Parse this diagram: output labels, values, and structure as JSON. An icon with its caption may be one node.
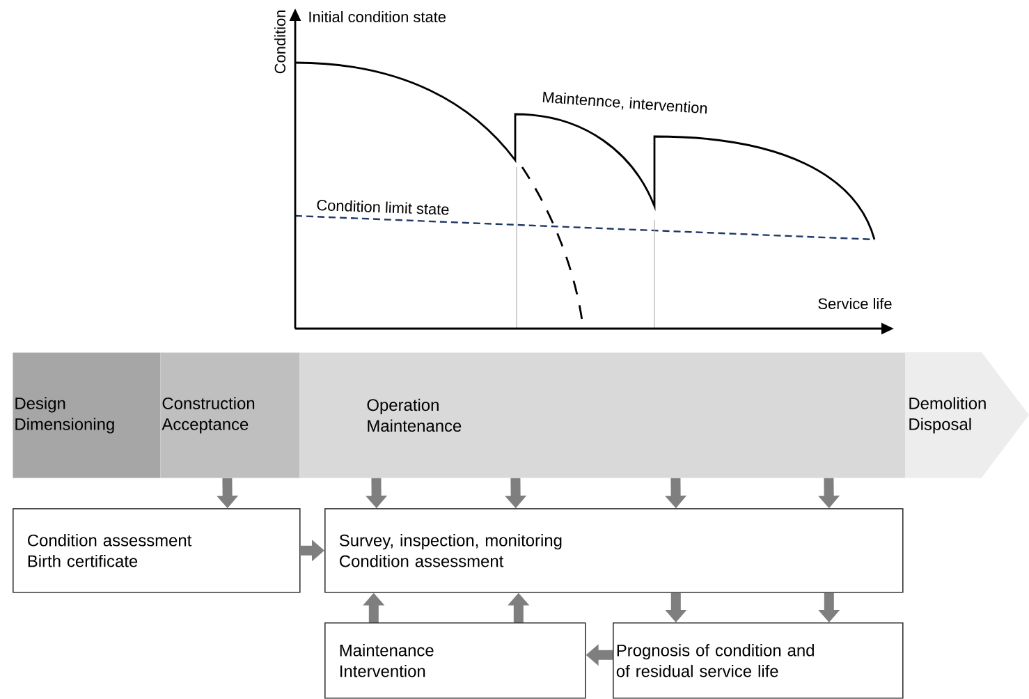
{
  "diagram": {
    "nodes": [
      {
        "text": [
          "Design",
          "Dimensioning"
        ]
      },
      {
        "text": [
          "Construction",
          "Acceptance"
        ]
      },
      {
        "text": [
          "Operation",
          "Maintenance"
        ]
      },
      {
        "text": [
          "Demolition",
          "Disposal"
        ]
      },
      {
        "text": [
          "Condition assessment",
          "Birth certificate"
        ]
      },
      {
        "text": [
          "Survey, inspection, monitoring",
          "Condition assessment"
        ]
      },
      {
        "text": [
          "Maintenance",
          "Intervention"
        ]
      },
      {
        "text": [
          "Prognosis of condition and",
          "of residual service life"
        ]
      }
    ],
    "edges": [
      {
        "from": 1,
        "to": 4,
        "arrow": "to"
      },
      {
        "from": 2,
        "to": 5,
        "arrow": "to"
      },
      {
        "from": 2,
        "to": 5,
        "arrow": "to"
      },
      {
        "from": 2,
        "to": 5,
        "arrow": "to"
      },
      {
        "from": 2,
        "to": 5,
        "arrow": "to"
      },
      {
        "from": 4,
        "to": 5,
        "arrow": "to"
      },
      {
        "from": 5,
        "to": 7,
        "arrow": "to"
      },
      {
        "from": 5,
        "to": 7,
        "arrow": "to"
      },
      {
        "from": 7,
        "to": 6,
        "arrow": "to"
      },
      {
        "from": 6,
        "to": 5,
        "arrow": "to"
      },
      {
        "from": 6,
        "to": 5,
        "arrow": "to"
      }
    ],
    "labels": [
      "Condition",
      "Initial condition state",
      "Maintennce, intervention",
      "Condition limit state",
      "Service life"
    ]
  }
}
